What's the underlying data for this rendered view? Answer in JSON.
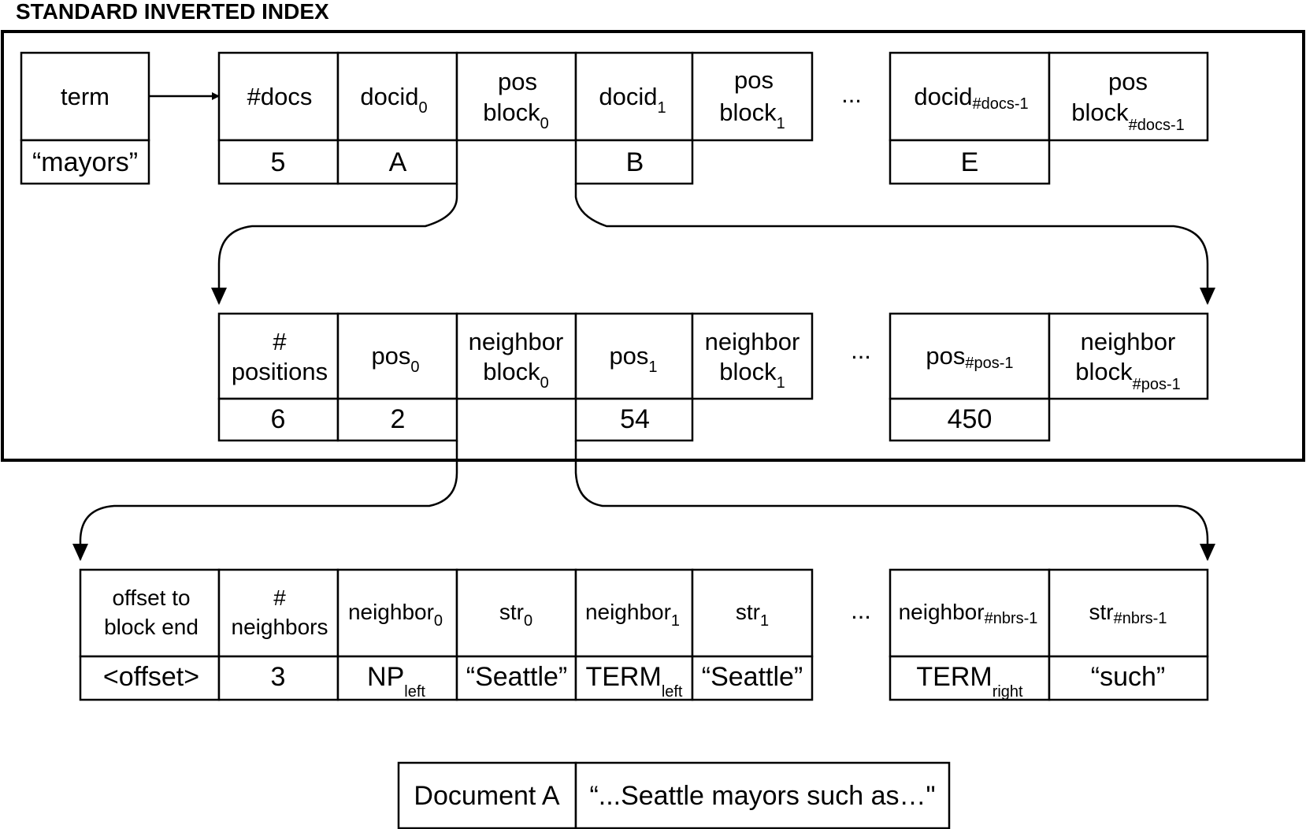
{
  "title": "STANDARD INVERTED INDEX",
  "term_box": {
    "label": "term",
    "value": "“mayors”"
  },
  "doc_list": {
    "num_docs": {
      "label": "#docs",
      "value": "5"
    },
    "docid0": {
      "label": "docid",
      "sub": "0",
      "value": "A"
    },
    "posblock0": {
      "line1": "pos",
      "line2": "block",
      "sub": "0"
    },
    "docid1": {
      "label": "docid",
      "sub": "1",
      "value": "B"
    },
    "posblock1": {
      "line1": "pos",
      "line2": "block",
      "sub": "1"
    },
    "ellipsis": "...",
    "docid_last": {
      "label": "docid",
      "sub": "#docs-1",
      "value": "E"
    },
    "posblock_last": {
      "line1": "pos",
      "line2": "block",
      "sub": "#docs-1"
    }
  },
  "pos_list": {
    "num_positions": {
      "line1": "#",
      "line2": "positions",
      "value": "6"
    },
    "pos0": {
      "label": "pos",
      "sub": "0",
      "value": "2"
    },
    "nblock0": {
      "line1": "neighbor",
      "line2": "block",
      "sub": "0"
    },
    "pos1": {
      "label": "pos",
      "sub": "1",
      "value": "54"
    },
    "nblock1": {
      "line1": "neighbor",
      "line2": "block",
      "sub": "1"
    },
    "ellipsis": "...",
    "pos_last": {
      "label": "pos",
      "sub": "#pos-1",
      "value": "450"
    },
    "nblock_last": {
      "line1": "neighbor",
      "line2": "block",
      "sub": "#pos-1"
    }
  },
  "neighbor_list": {
    "offset": {
      "line1": "offset to",
      "line2": "block end",
      "value": "<offset>"
    },
    "num_neighbors": {
      "line1": "#",
      "line2": "neighbors",
      "value": "3"
    },
    "neighbor0": {
      "label": "neighbor",
      "sub": "0",
      "value": "NP",
      "value_sub": "left"
    },
    "str0": {
      "label": "str",
      "sub": "0",
      "value": "“Seattle”"
    },
    "neighbor1": {
      "label": "neighbor",
      "sub": "1",
      "value": "TERM",
      "value_sub": "left"
    },
    "str1": {
      "label": "str",
      "sub": "1",
      "value": "“Seattle”"
    },
    "ellipsis": "...",
    "neighbor_last": {
      "label": "neighbor",
      "sub": "#nbrs-1",
      "value": "TERM",
      "value_sub": "right"
    },
    "str_last": {
      "label": "str",
      "sub": "#nbrs-1",
      "value": "“such”"
    }
  },
  "document": {
    "label": "Document A",
    "text": "“...Seattle mayors such as…\""
  }
}
